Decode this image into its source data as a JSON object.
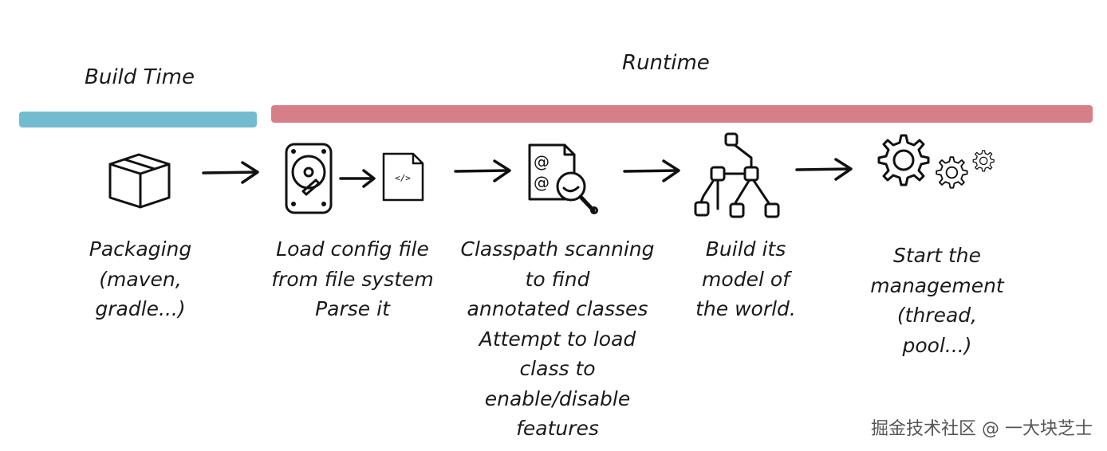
{
  "phases": {
    "build": {
      "label": "Build Time",
      "color": "#5bb0c8"
    },
    "runtime": {
      "label": "Runtime",
      "color": "#cf6874"
    }
  },
  "steps": [
    {
      "id": "packaging",
      "icon": "package-box-icon",
      "lines": [
        "Packaging",
        "(maven,",
        "gradle...)"
      ]
    },
    {
      "id": "load-config",
      "icon": "hard-drive-icon",
      "lines": [
        "Load config file",
        "from file system",
        "Parse it"
      ]
    },
    {
      "id": "classpath-scanning",
      "icon": "annotation-search-icon",
      "lines": [
        "Classpath scanning",
        "to find",
        "annotated classes",
        "Attempt to load",
        "class to",
        "enable/disable",
        "features"
      ]
    },
    {
      "id": "build-model",
      "icon": "tree-graph-icon",
      "lines": [
        "Build its",
        "model of",
        "the world."
      ]
    },
    {
      "id": "start-management",
      "icon": "gears-icon",
      "lines": [
        "Start the",
        "management",
        "(thread,",
        "pool...)"
      ]
    }
  ],
  "file_icon_glyph": "</>",
  "annotation_glyph": "@",
  "watermark": "掘金技术社区 @ 一大块芝士"
}
